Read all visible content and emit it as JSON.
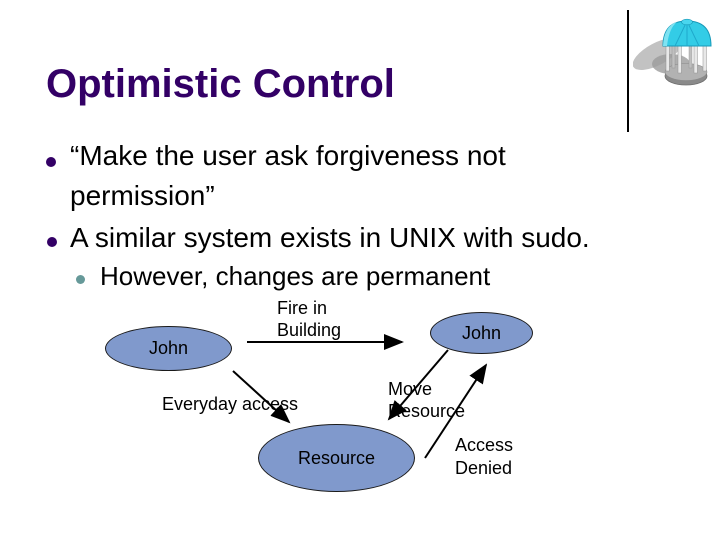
{
  "slide": {
    "title": "Optimistic Control",
    "bullets": [
      {
        "level": 1,
        "text": "“Make the user ask forgiveness not permission”"
      },
      {
        "level": 1,
        "text": "A similar system exists in UNIX with sudo."
      },
      {
        "level": 2,
        "text": "However, changes are permanent"
      }
    ]
  },
  "diagram": {
    "nodes": [
      {
        "id": "john-left",
        "label": "John"
      },
      {
        "id": "john-right",
        "label": "John"
      },
      {
        "id": "resource",
        "label": "Resource"
      }
    ],
    "edge_labels": {
      "fire_in_building": [
        "Fire in",
        "Building"
      ],
      "everyday_access": "Everyday access",
      "move_resource": [
        "Move",
        "Resource"
      ],
      "access_denied": [
        "Access",
        "Denied"
      ]
    }
  },
  "icons": {
    "gazebo": "gazebo-rotunda-clipart"
  },
  "colors": {
    "title": "#330066",
    "bullet_level1_dot": "#330066",
    "bullet_level2_dot": "#669999",
    "body_text": "#000000",
    "node_fill": "#8099CC",
    "node_border": "#1a1a1a",
    "arrow": "#000000",
    "dome_cyan": "#33CCE6",
    "background": "#FFFFFF"
  }
}
